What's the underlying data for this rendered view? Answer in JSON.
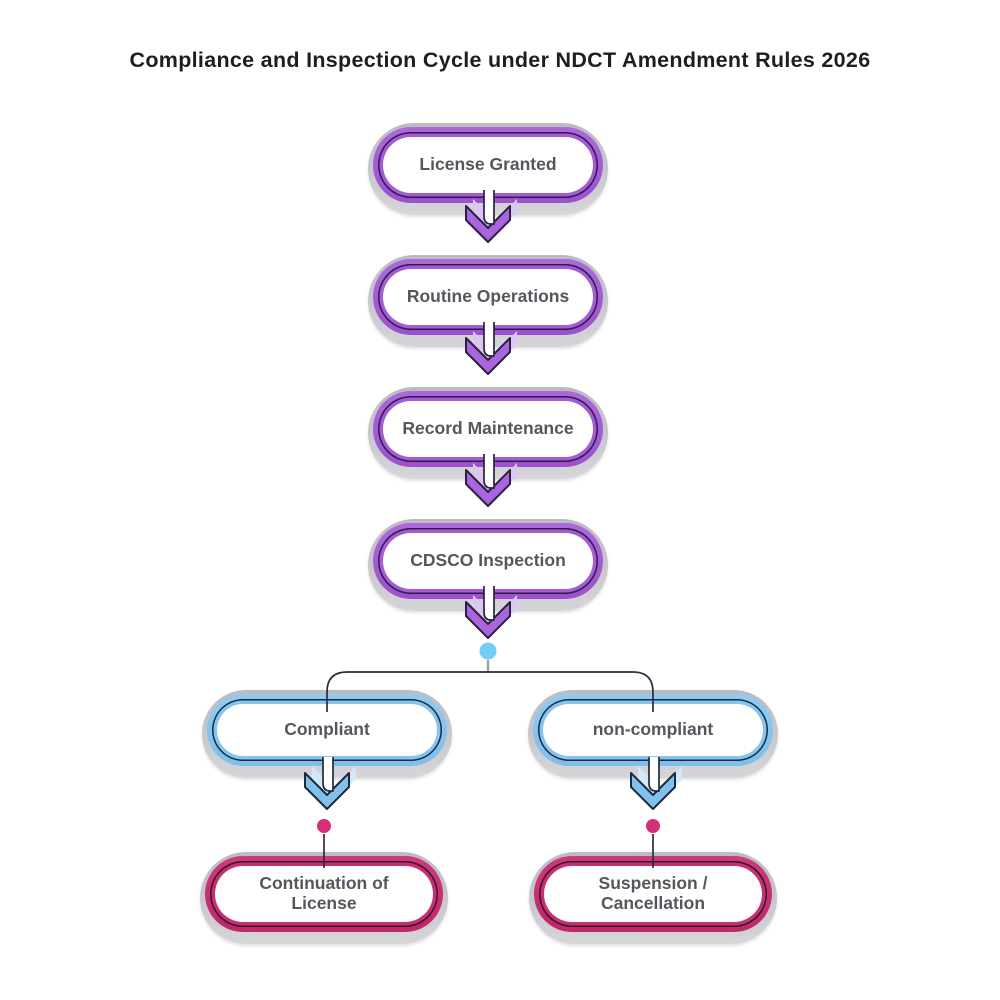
{
  "title": "Compliance and Inspection Cycle under NDCT Amendment Rules 2026",
  "flow": {
    "stages": [
      {
        "label": "License Granted"
      },
      {
        "label": "Routine Operations"
      },
      {
        "label": "Record Maintenance"
      },
      {
        "label": "CDSCO Inspection"
      }
    ],
    "branches": [
      {
        "label": "Compliant",
        "outcome_line1": "Continuation of",
        "outcome_line2": "License"
      },
      {
        "label": "non-compliant",
        "outcome_line1": "Suspension /",
        "outcome_line2": "Cancellation"
      }
    ]
  },
  "colors": {
    "stage_border": "#a55ad6",
    "branch_border": "#85c4ee",
    "outcome_border": "#c62f70",
    "dark_outline": "#2a2040",
    "connector_line": "#2b2b3d",
    "decision_dot": "#74cdf3",
    "outcome_dot": "#d33077",
    "node_shadow": "#c9c8cc",
    "label_text": "#57555e",
    "title_text": "#1e1e22",
    "background": "#ffffff"
  }
}
